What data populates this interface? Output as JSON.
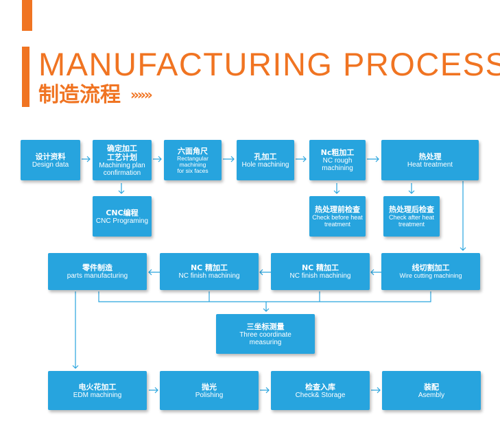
{
  "title_en": "MANUFACTURING PROCESS",
  "title_cn": "制造流程",
  "title_chevrons": "»»»",
  "colors": {
    "accent": "#f07422",
    "box": "#27a4de",
    "connector": "#27a4de"
  },
  "steps": {
    "design_data": {
      "cn": "设计资料",
      "en": "Design  data"
    },
    "machining_plan": {
      "cn": "确定加工\n工艺计划",
      "en": "Machining plan\nconfirmation"
    },
    "six_faces": {
      "cn": "六面角尺",
      "en": "Rectangular\nmachining\nfor six faces"
    },
    "hole_machining": {
      "cn": "孔加工",
      "en": "Hole machining"
    },
    "nc_rough": {
      "cn": "Nc粗加工",
      "en": "NC rough\nmachining"
    },
    "heat_treatment": {
      "cn": "热处理",
      "en": "Heat  treatment"
    },
    "cnc_programing": {
      "cn": "CNC编程",
      "en": "CNC Programing"
    },
    "check_before_heat": {
      "cn": "热处理前检查",
      "en": "Check before heat\ntreatment"
    },
    "check_after_heat": {
      "cn": "热处理后检查",
      "en": "Check after heat\ntreatment"
    },
    "parts_manufacturing": {
      "cn": "零件制造",
      "en": "parts manufacturing"
    },
    "nc_finish_1": {
      "cn": "NC 精加工",
      "en": "NC finish machining"
    },
    "nc_finish_2": {
      "cn": "NC 精加工",
      "en": "NC finish machining"
    },
    "wire_cutting": {
      "cn": "线切割加工",
      "en": "Wire cutting machining"
    },
    "three_coordinate": {
      "cn": "三坐标测量",
      "en": "Three coordinate\nmeasuring"
    },
    "edm_machining": {
      "cn": "电火花加工",
      "en": "EDM machining"
    },
    "polishing": {
      "cn": "抛光",
      "en": "Polishing"
    },
    "check_storage": {
      "cn": "检查入库",
      "en": "Check& Storage"
    },
    "assembly": {
      "cn": "装配",
      "en": "Asembly"
    }
  }
}
